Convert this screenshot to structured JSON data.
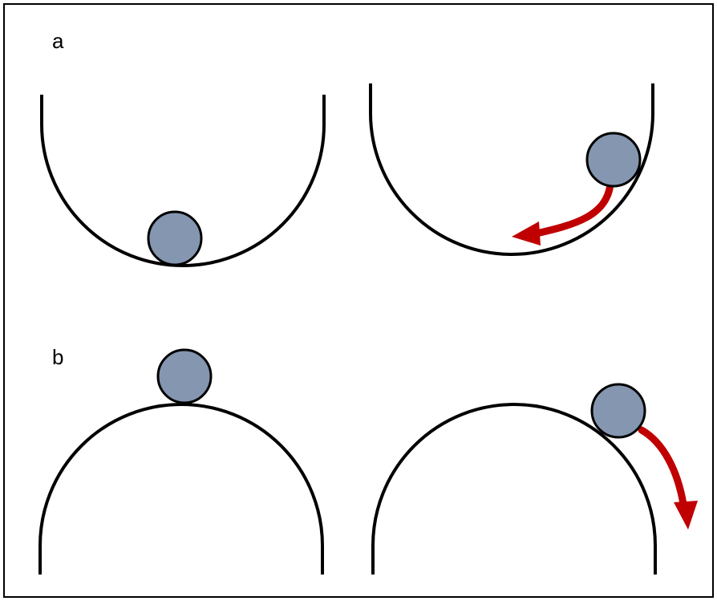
{
  "panels": [
    {
      "label": "a",
      "description_state": "stable-bowl"
    },
    {
      "label": "b",
      "description_state": "unstable-hill"
    }
  ],
  "colors": {
    "frame": "#000000",
    "surface": "#000000",
    "ball_fill": "#8496b0",
    "ball_stroke": "#000000",
    "arrow": "#c00000"
  }
}
